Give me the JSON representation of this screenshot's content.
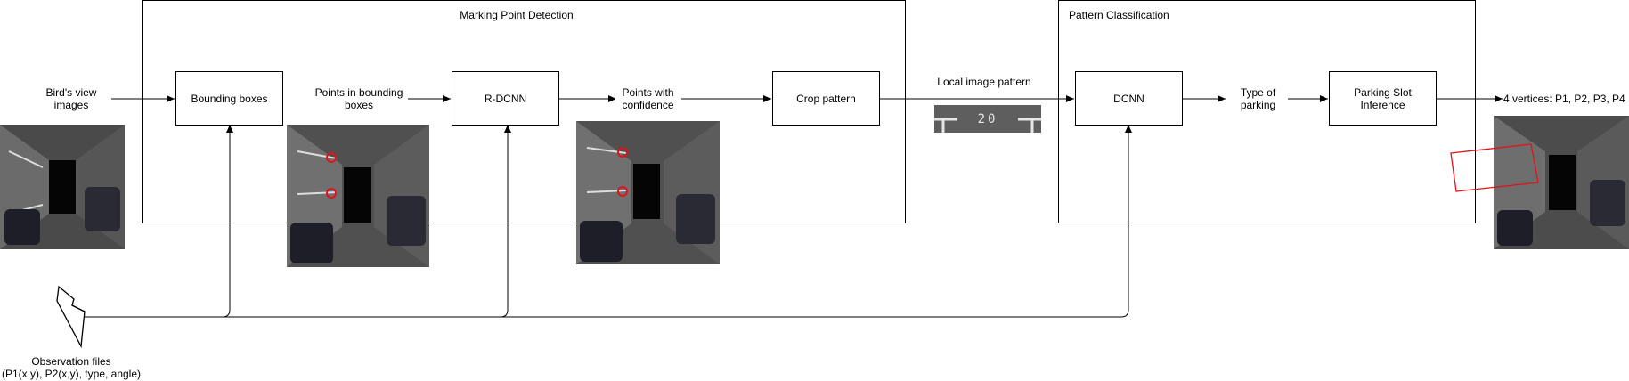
{
  "groups": {
    "marking_point_detection": "Marking Point Detection",
    "pattern_classification": "Pattern Classification"
  },
  "labels": {
    "birds_view": "Bird's view images",
    "points_in_bb": "Points in bounding boxes",
    "points_conf": "Points with confidence",
    "local_pattern": "Local image pattern",
    "type_parking": "Type of parking",
    "vertices": "4 vertices: P1, P2, P3, P4",
    "obs_files_1": "Observation files",
    "obs_files_2": "(P1(x,y), P2(x,y), type, angle)"
  },
  "boxes": {
    "bounding_boxes": "Bounding boxes",
    "r_dcnn": "R-DCNN",
    "crop_pattern": "Crop pattern",
    "dcnn": "DCNN",
    "parking_slot_inference": "Parking Slot Inference"
  },
  "pattern_text": "20",
  "colors": {
    "stroke": "#000000",
    "marker_red": "#e0131b",
    "photo_dark": "#3c3c3c"
  }
}
